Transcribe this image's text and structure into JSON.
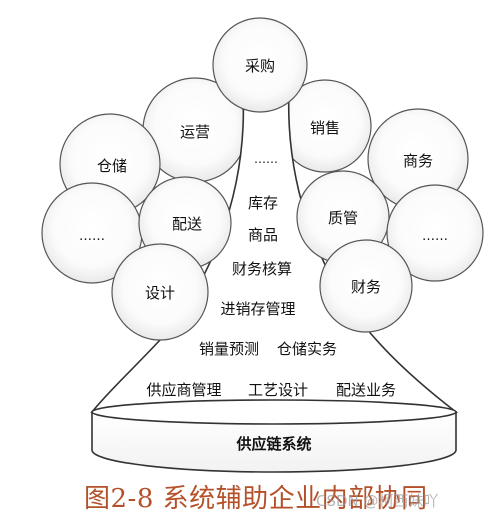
{
  "bubbles": {
    "caigou": "采购",
    "yunying": "运营",
    "xiaoshou": "销售",
    "cangchu": "仓储",
    "shangwu": "商务",
    "ellipsis_left": "……",
    "peisong": "配送",
    "zhiguan": "质管",
    "ellipsis_right": "……",
    "sheji": "设计",
    "caiwu": "财务"
  },
  "trunk": {
    "ellipsis": "……",
    "kucun": "库存",
    "shangpin": "商品",
    "caiwu_hesuan": "财务核算",
    "jinxiaocun": "进销存管理",
    "xiaoliang_yuce": "销量预测",
    "cangchu_shiwu": "仓储实务",
    "gongying_shang": "供应商管理",
    "gongyi_sheji": "工艺设计",
    "peisong_yewu": "配送业务"
  },
  "base": {
    "label": "供应链系统"
  },
  "caption": "图2-8 系统辅助企业内部协同",
  "watermark": "CSDN @柯西妹吖"
}
